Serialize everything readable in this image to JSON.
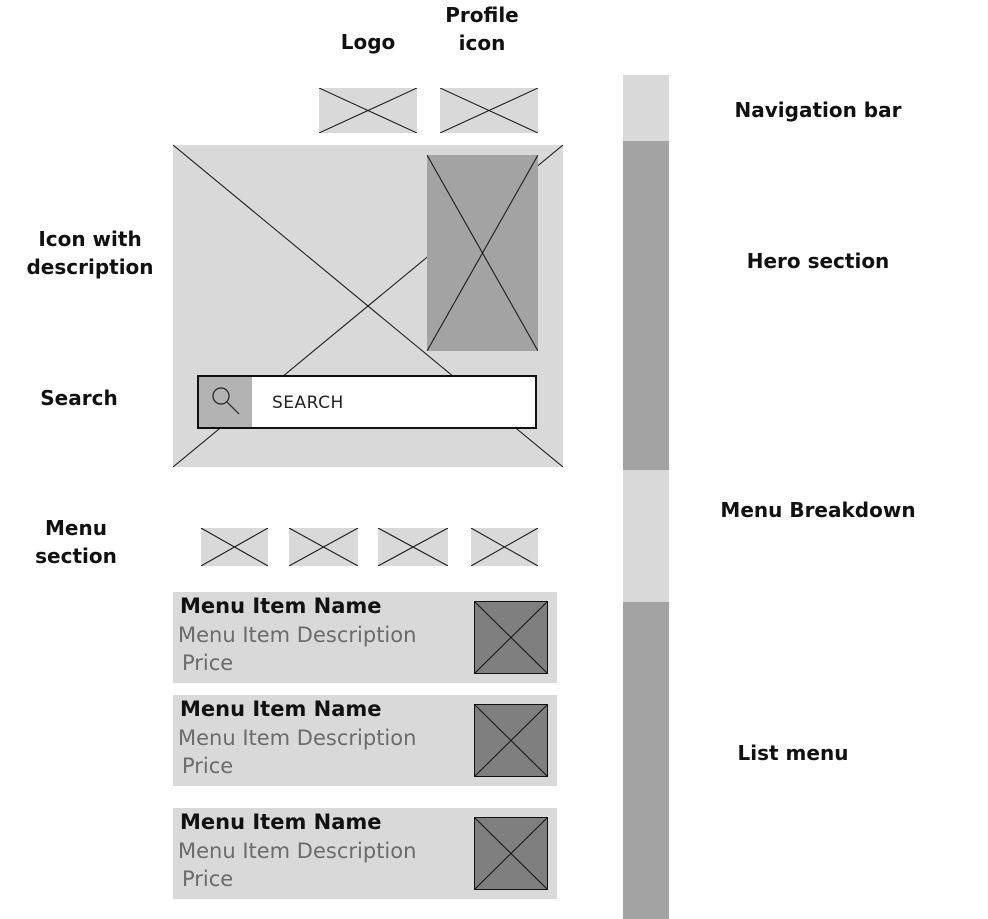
{
  "labels": {
    "logo": "Logo",
    "profile_icon": "Profile\nicon",
    "icon_with_description": "Icon with\ndescription",
    "search": "Search",
    "menu_section": "Menu\nsection"
  },
  "sections": {
    "navigation_bar": "Navigation bar",
    "hero_section": "Hero section",
    "menu_breakdown": "Menu Breakdown",
    "list_menu": "List menu"
  },
  "search_field": {
    "text": "SEARCH",
    "icon": "search-icon"
  },
  "menu_items": [
    {
      "name": "Menu Item Name",
      "description": "Menu Item Description",
      "price": "Price"
    },
    {
      "name": "Menu Item Name",
      "description": "Menu Item Description",
      "price": "Price"
    },
    {
      "name": "Menu Item Name",
      "description": "Menu Item Description",
      "price": "Price"
    }
  ],
  "colors": {
    "light_gray": "#d9d9d9",
    "mid_gray": "#a3a3a3",
    "dark_gray": "#7f7f7f",
    "border": "#111111"
  }
}
